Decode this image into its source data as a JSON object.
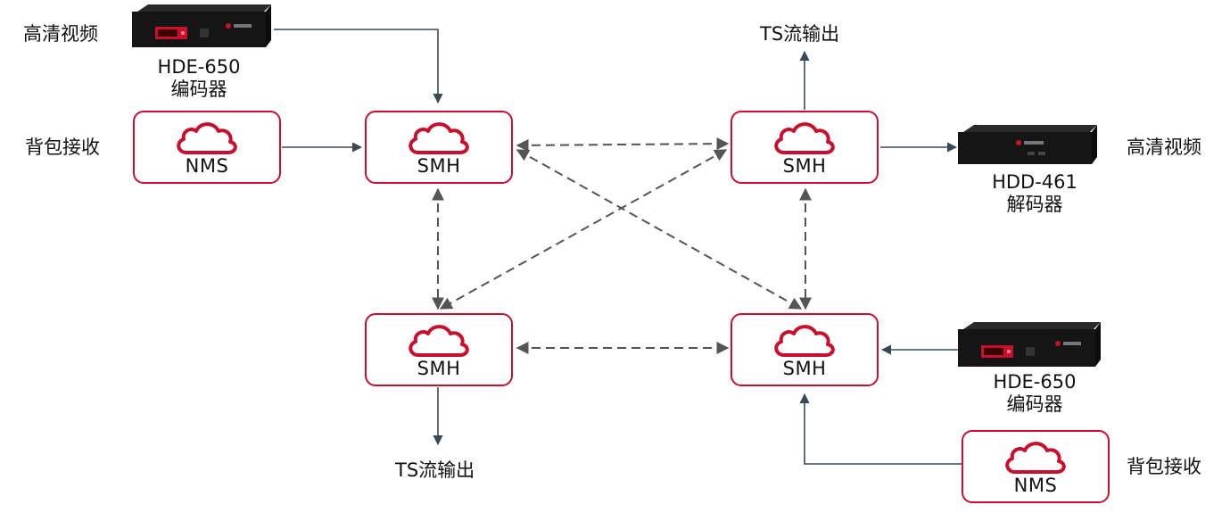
{
  "nodes": {
    "nms_top": "NMS",
    "nms_bottom": "NMS",
    "smh_tl": "SMH",
    "smh_tr": "SMH",
    "smh_bl": "SMH",
    "smh_br": "SMH"
  },
  "labels": {
    "hd_video_left": "高清视频",
    "hd_video_right": "高清视频",
    "backpack_left": "背包接收",
    "backpack_right": "背包接收",
    "ts_out_top": "TS流输出",
    "ts_out_bottom": "TS流输出"
  },
  "devices": {
    "encoder_top": {
      "model": "HDE-650",
      "type": "编码器"
    },
    "decoder_right": {
      "model": "HDD-461",
      "type": "解码器"
    },
    "encoder_bottom": {
      "model": "HDE-650",
      "type": "编码器"
    }
  },
  "colors": {
    "accent": "#c8102e",
    "solid_line": "#3a4a55",
    "dashed_line": "#555555"
  }
}
